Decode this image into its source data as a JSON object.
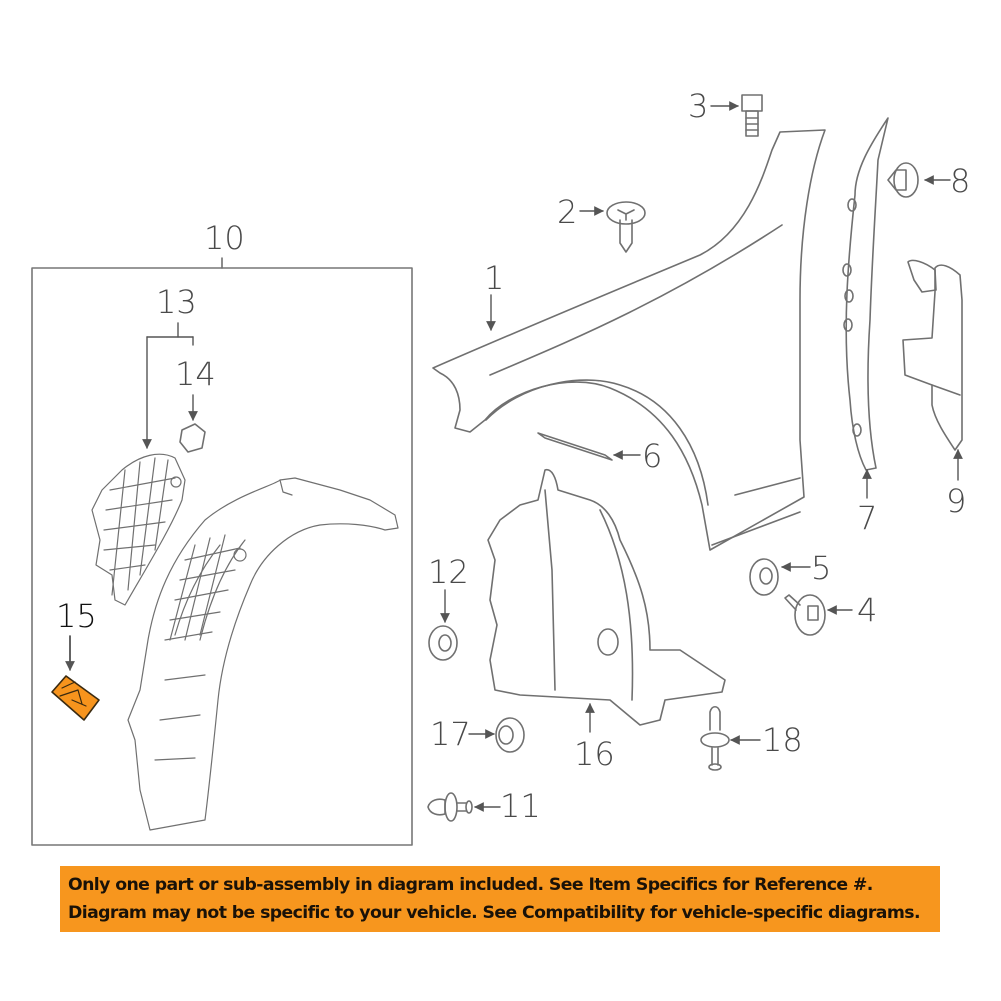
{
  "diagram": {
    "subassembly_box_label": "10",
    "callouts": [
      {
        "id": "1",
        "label": "1",
        "part": "fender"
      },
      {
        "id": "2",
        "label": "2",
        "part": "screw"
      },
      {
        "id": "3",
        "label": "3",
        "part": "bolt"
      },
      {
        "id": "4",
        "label": "4",
        "part": "bolt"
      },
      {
        "id": "5",
        "label": "5",
        "part": "nut"
      },
      {
        "id": "6",
        "label": "6",
        "part": "seal"
      },
      {
        "id": "7",
        "label": "7",
        "part": "fender-bracket"
      },
      {
        "id": "8",
        "label": "8",
        "part": "clip"
      },
      {
        "id": "9",
        "label": "9",
        "part": "insulator"
      },
      {
        "id": "10",
        "label": "10",
        "part": "fender-liner-assembly"
      },
      {
        "id": "11",
        "label": "11",
        "part": "push-clip"
      },
      {
        "id": "12",
        "label": "12",
        "part": "nut"
      },
      {
        "id": "13",
        "label": "13",
        "part": "liner-insert"
      },
      {
        "id": "14",
        "label": "14",
        "part": "cap"
      },
      {
        "id": "15",
        "label": "15",
        "part": "highlighted-part"
      },
      {
        "id": "16",
        "label": "16",
        "part": "splash-shield"
      },
      {
        "id": "17",
        "label": "17",
        "part": "nut"
      },
      {
        "id": "18",
        "label": "18",
        "part": "push-clip"
      }
    ],
    "highlighted_part": "15",
    "colors": {
      "line": "#6e6e6e",
      "highlight": "#f7941d",
      "highlight_stroke": "#3a2a10"
    }
  },
  "banner": {
    "line1": "Only one part or sub-assembly in diagram included. See Item Specifics for Reference #.",
    "line2": "Diagram may not be specific to your vehicle. See Compatibility for vehicle-specific diagrams.",
    "background": "#f7961e"
  }
}
